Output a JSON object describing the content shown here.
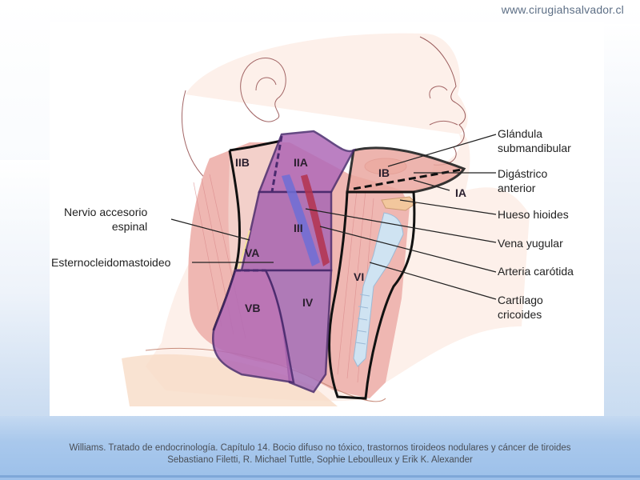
{
  "site": {
    "url": "www.cirugiahsalvador.cl"
  },
  "diagram": {
    "title": "Niveles ganglionares del cuello",
    "levels": [
      "IA",
      "IB",
      "IIA",
      "IIB",
      "III",
      "IV",
      "VA",
      "VB",
      "VI"
    ],
    "labels_left": [
      {
        "line1": "Nervio accesorio",
        "line2": "espinal"
      },
      {
        "line1": "Esternocleidomastoideo",
        "line2": ""
      }
    ],
    "labels_right": [
      {
        "line1": "Glándula",
        "line2": "submandibular"
      },
      {
        "line1": "Digástrico",
        "line2": "anterior"
      },
      {
        "line1": "Hueso hioides",
        "line2": ""
      },
      {
        "line1": "Vena yugular",
        "line2": ""
      },
      {
        "line1": "Arteria carótida",
        "line2": ""
      },
      {
        "line1": "Cartílago",
        "line2": "cricoides"
      }
    ],
    "colors": {
      "level_fill": "#b06ab8",
      "level_border": "#4a2a6e",
      "outline": "#111111",
      "muscle": "#eaa2a0",
      "skin": "#fbe6dc",
      "vein": "#6d6fd6",
      "artery": "#b3334e",
      "cartilage": "#cfe3f2"
    }
  },
  "caption": {
    "line1": "Williams. Tratado de endocrinología. Capítulo 14. Bocio difuso no tóxico, trastornos tiroideos nodulares y cáncer de tiroides",
    "line2": "Sebastiano Filetti, R. Michael Tuttle, Sophie Leboulleux y Erik K. Alexander"
  }
}
